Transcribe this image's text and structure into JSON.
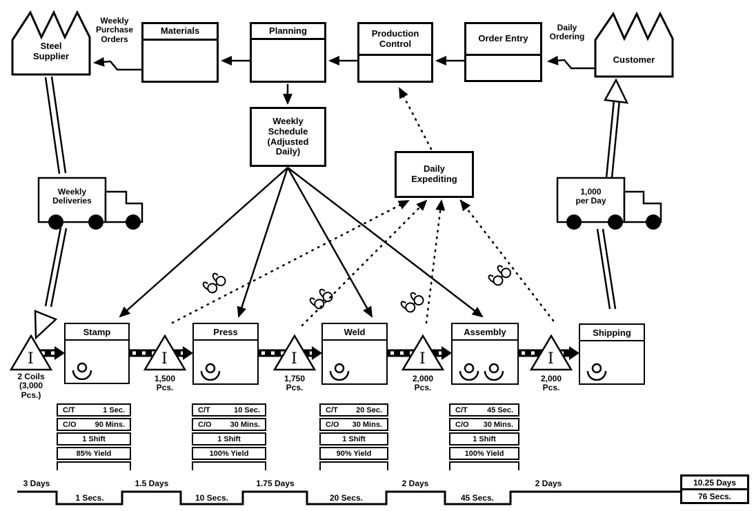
{
  "colors": {
    "ink": "#000000",
    "paper": "#ffffff"
  },
  "entities": {
    "steel_supplier": "Steel\nSupplier",
    "customer": "Customer"
  },
  "info_boxes": {
    "materials": "Materials",
    "planning": "Planning",
    "production_control": "Production\nControl",
    "order_entry": "Order Entry",
    "weekly_schedule": "Weekly\nSchedule\n(Adjusted\nDaily)",
    "daily_expediting": "Daily\nExpediting"
  },
  "flow_labels": {
    "weekly_purchase_orders": "Weekly\nPurchase\nOrders",
    "daily_ordering": "Daily\nOrdering",
    "weekly_deliveries": "Weekly\nDeliveries",
    "shipments_per_day": "1,000\nper Day"
  },
  "processes": [
    {
      "name": "Stamp",
      "rows": [
        {
          "l": "C/T",
          "v": "1 Sec."
        },
        {
          "l": "C/O",
          "v": "90 Mins."
        },
        {
          "c": "1 Shift"
        },
        {
          "c": "85% Yield"
        }
      ]
    },
    {
      "name": "Press",
      "rows": [
        {
          "l": "C/T",
          "v": "10 Sec."
        },
        {
          "l": "C/O",
          "v": "30 Mins."
        },
        {
          "c": "1 Shift"
        },
        {
          "c": "100% Yield"
        }
      ]
    },
    {
      "name": "Weld",
      "rows": [
        {
          "l": "C/T",
          "v": "20 Sec."
        },
        {
          "l": "C/O",
          "v": "30 Mins."
        },
        {
          "c": "1 Shift"
        },
        {
          "c": "90% Yield"
        }
      ]
    },
    {
      "name": "Assembly",
      "rows": [
        {
          "l": "C/T",
          "v": "45 Sec."
        },
        {
          "l": "C/O",
          "v": "30 Mins."
        },
        {
          "c": "1 Shift"
        },
        {
          "c": "100% Yield"
        }
      ]
    },
    {
      "name": "Shipping"
    }
  ],
  "inventories": [
    {
      "symbol": "I",
      "label": "2 Coils\n(3,000\nPcs.)"
    },
    {
      "symbol": "I",
      "label": "1,500\nPcs."
    },
    {
      "symbol": "I",
      "label": "1,750\nPcs."
    },
    {
      "symbol": "I",
      "label": "2,000\nPcs."
    },
    {
      "symbol": "I",
      "label": "2,000\nPcs."
    }
  ],
  "timeline": {
    "segments": [
      "3 Days",
      "1 Secs.",
      "1.5 Days",
      "10 Secs.",
      "1.75 Days",
      "20 Secs.",
      "2 Days",
      "45 Secs.",
      "2 Days"
    ],
    "total_days": "10.25 Days",
    "total_secs": "76 Secs."
  }
}
